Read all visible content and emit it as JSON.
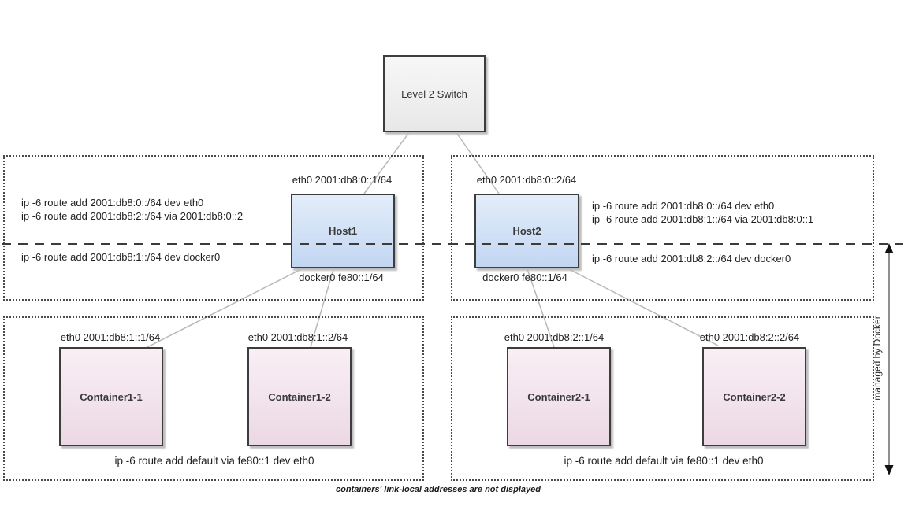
{
  "switch": {
    "label": "Level 2 Switch"
  },
  "hosts": [
    {
      "label": "Host1",
      "eth0_label": "eth0 2001:db8:0::1/64",
      "docker0_label": "docker0 fe80::1/64",
      "routes_upper": [
        "ip -6 route add 2001:db8:0::/64 dev eth0",
        "ip -6 route add 2001:db8:2::/64 via 2001:db8:0::2"
      ],
      "route_lower": "ip -6 route add 2001:db8:1::/64 dev docker0"
    },
    {
      "label": "Host2",
      "eth0_label": "eth0 2001:db8:0::2/64",
      "docker0_label": "docker0 fe80::1/64",
      "routes_upper": [
        "ip -6 route add 2001:db8:0::/64 dev eth0",
        "ip -6 route add 2001:db8:1::/64 via 2001:db8:0::1"
      ],
      "route_lower": "ip -6 route add 2001:db8:2::/64 dev docker0"
    }
  ],
  "containers": [
    {
      "label": "Container1-1",
      "eth0_label": "eth0 2001:db8:1::1/64"
    },
    {
      "label": "Container1-2",
      "eth0_label": "eth0 2001:db8:1::2/64"
    },
    {
      "label": "Container2-1",
      "eth0_label": "eth0 2001:db8:2::1/64"
    },
    {
      "label": "Container2-2",
      "eth0_label": "eth0 2001:db8:2::2/64"
    }
  ],
  "container_groups": [
    {
      "default_route": "ip -6 route add default via fe80::1 dev eth0"
    },
    {
      "default_route": "ip -6 route add default via fe80::1 dev eth0"
    }
  ],
  "side_label": "managed by Docker",
  "footnote": "containers' link-local addresses are not displayed",
  "colors": {
    "host_fill_top": "#e3edfa",
    "host_fill_bottom": "#c2d6f2",
    "container_fill_top": "#f9eff5",
    "container_fill_bottom": "#ecd8e4",
    "switch_fill": "#f0f0f0",
    "box_border": "#3d3d3d",
    "connector_line": "#b8b8b8",
    "dashed_line": "#3c3c3c"
  }
}
